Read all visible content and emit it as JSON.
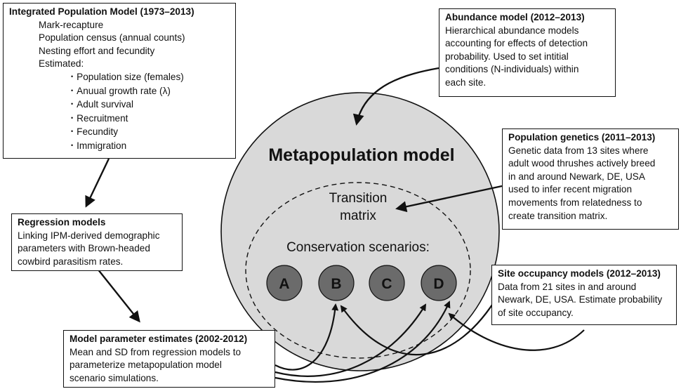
{
  "ipm": {
    "title": "Integrated Population Model (1973–2013)",
    "items": [
      "Mark-recapture",
      "Population census (annual counts)",
      "Nesting effort and fecundity",
      "Estimated:"
    ],
    "estimated": [
      "Population size (females)",
      "Anuual growth rate (λ)",
      "Adult survival",
      "Recruitment",
      "Fecundity",
      "Immigration"
    ]
  },
  "regression": {
    "title": "Regression models",
    "lines": [
      "Linking IPM-derived demographic",
      "parameters with Brown-headed",
      "cowbird parasitism rates."
    ]
  },
  "parameters": {
    "title": "Model parameter estimates (2002-2012)",
    "lines": [
      "Mean and SD from regression models to",
      "parameterize metapopulation model",
      "scenario simulations."
    ]
  },
  "abundance": {
    "title": "Abundance model (2012–2013)",
    "lines": [
      "Hierarchical abundance models",
      "accounting for effects of detection",
      "probability. Used to set intitial",
      "conditions (N-individuals) within",
      "each site."
    ]
  },
  "genetics": {
    "title": "Population genetics (2011–2013)",
    "lines": [
      "Genetic data from 13 sites where",
      "adult wood thrushes actively breed",
      "in and around Newark, DE, USA",
      "used to infer recent migration",
      "movements from relatedness to",
      "create transition matrix."
    ]
  },
  "occupancy": {
    "title": "Site occupancy models (2012–2013)",
    "lines": [
      "Data from 21 sites in and around",
      "Newark, DE, USA. Estimate probability",
      "of site occupancy."
    ]
  },
  "metapop": {
    "title": "Metapopulation model",
    "transition": [
      "Transition",
      "matrix"
    ],
    "scenarios_label": "Conservation scenarios:",
    "scenarios": [
      "A",
      "B",
      "C",
      "D"
    ]
  },
  "colors": {
    "sphere_fill": "#d9d9d9",
    "scenario_fill": "#6b6b6b",
    "line": "#111111"
  }
}
